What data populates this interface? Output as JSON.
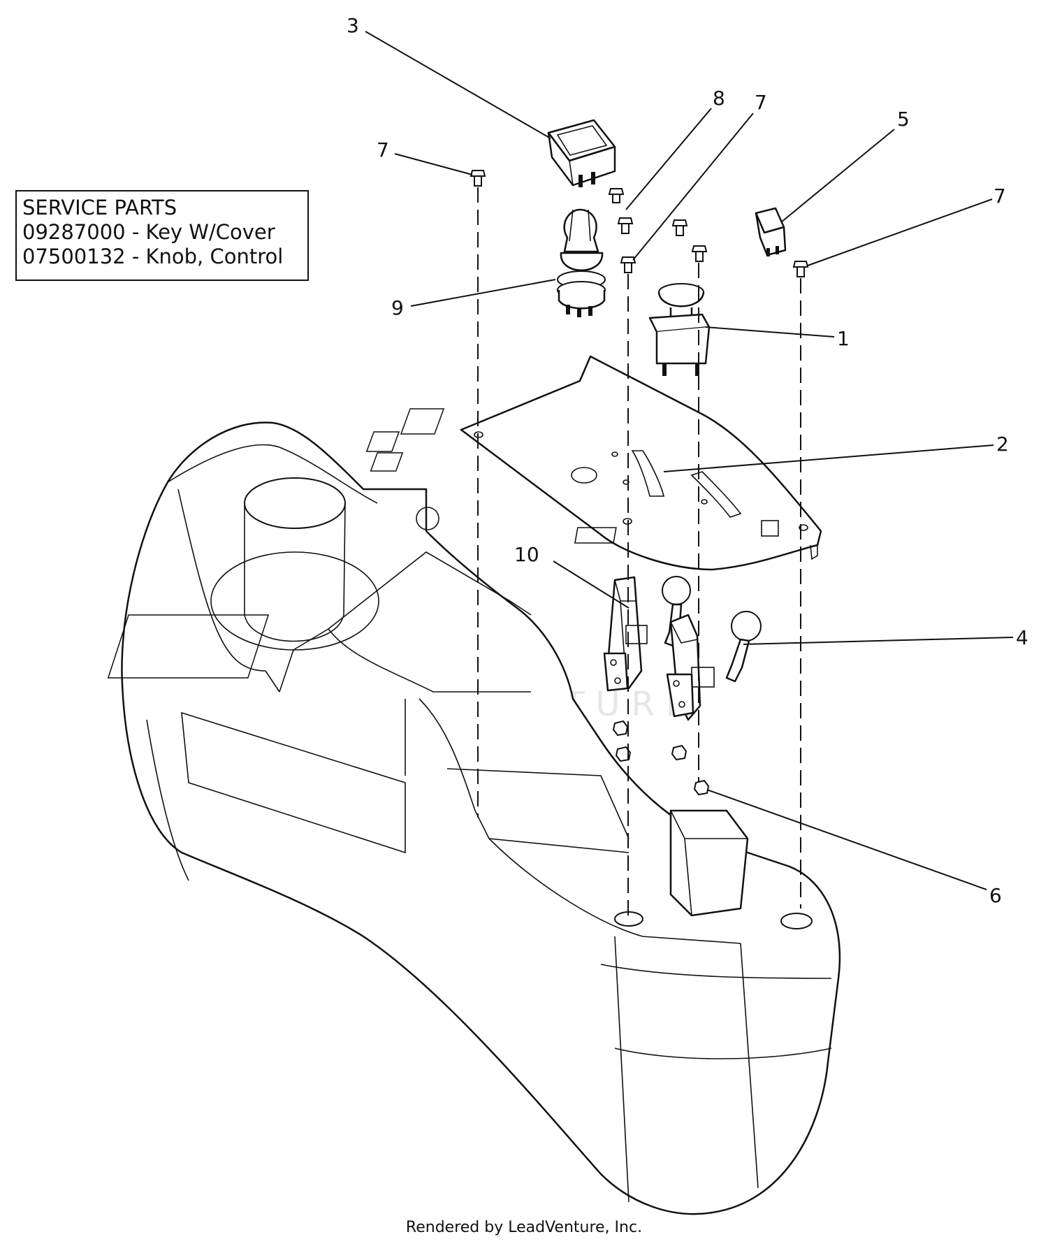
{
  "service_parts": {
    "title": "SERVICE PARTS",
    "line1": "09287000 - Key W/Cover",
    "line2": "07500132 - Knob, Control"
  },
  "callouts": {
    "c1": "1",
    "c2": "2",
    "c3": "3",
    "c4": "4",
    "c5": "5",
    "c6": "6",
    "c7a": "7",
    "c7b": "7",
    "c7c": "7",
    "c8": "8",
    "c9": "9",
    "c10": "10"
  },
  "watermark": "LEADVENTURE",
  "footer": "Rendered by LeadVenture, Inc."
}
